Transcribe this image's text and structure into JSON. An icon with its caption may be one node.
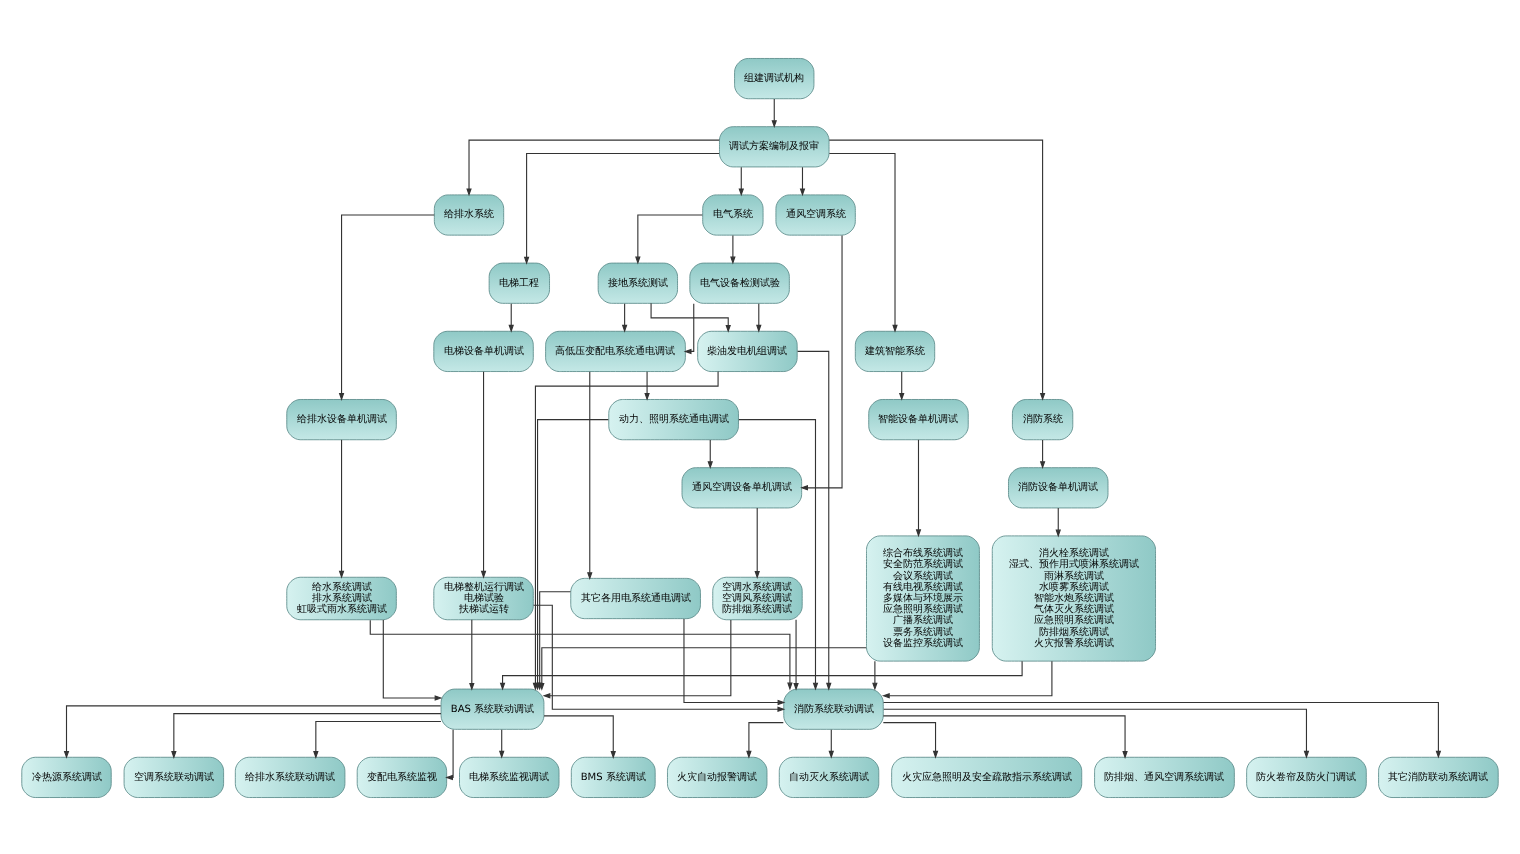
{
  "diagram": {
    "nodes": [
      {
        "text": [
          "组建调试机构"
        ]
      },
      {
        "text": [
          "调试方案编制及报审"
        ]
      },
      {
        "text": [
          "电气系统"
        ]
      },
      {
        "text": [
          "通风空调系统"
        ]
      },
      {
        "text": [
          "给排水系统"
        ]
      },
      {
        "text": [
          "电梯工程"
        ]
      },
      {
        "text": [
          "建筑智能系统"
        ]
      },
      {
        "text": [
          "消防系统"
        ]
      },
      {
        "text": [
          "接地系统测试"
        ]
      },
      {
        "text": [
          "电气设备检测试验"
        ]
      },
      {
        "text": [
          "高低压变配电系统通电调试"
        ]
      },
      {
        "text": [
          "柴油发电机组调试"
        ]
      },
      {
        "text": [
          "其它各用电系统通电调试"
        ]
      },
      {
        "text": [
          "动力、照明系统通电调试"
        ]
      },
      {
        "text": [
          "通风空调设备单机调试"
        ]
      },
      {
        "text": [
          "空调水系统调试",
          "空调风系统调试",
          "防排烟系统调试"
        ]
      },
      {
        "text": [
          "给排水设备单机调试"
        ]
      },
      {
        "text": [
          "给水系统调试",
          "排水系统调试",
          "虹吸式雨水系统调试"
        ]
      },
      {
        "text": [
          "电梯设备单机调试"
        ]
      },
      {
        "text": [
          "电梯整机运行调试",
          "电梯试验",
          "扶梯试运转"
        ]
      },
      {
        "text": [
          "智能设备单机调试"
        ]
      },
      {
        "text": [
          "综合布线系统调试",
          "安全防范系统调试",
          "会议系统调试",
          "有线电视系统调试",
          "多媒体与环境展示",
          "应急照明系统调试",
          "广播系统调试",
          "票务系统调试",
          "设备监控系统调试"
        ]
      },
      {
        "text": [
          "消防设备单机调试"
        ]
      },
      {
        "text": [
          "消火栓系统调试",
          "湿式、预作用式喷淋系统调试",
          "雨淋系统调试",
          "水喷雾系统调试",
          "智能水炮系统调试",
          "气体灭火系统调试",
          "应急照明系统调试",
          "防排烟系统调试",
          "火灾报警系统调试"
        ]
      },
      {
        "text": [
          "BAS 系统联动调试"
        ]
      },
      {
        "text": [
          "消防系统联动调试"
        ]
      },
      {
        "text": [
          "冷热源系统调试"
        ]
      },
      {
        "text": [
          "空调系统联动调试"
        ]
      },
      {
        "text": [
          "给排水系统联动调试"
        ]
      },
      {
        "text": [
          "变配电系统监视"
        ]
      },
      {
        "text": [
          "电梯系统监视调试"
        ]
      },
      {
        "text": [
          "BMS 系统调试"
        ]
      },
      {
        "text": [
          "火灾自动报警调试"
        ]
      },
      {
        "text": [
          "自动灭火系统调试"
        ]
      },
      {
        "text": [
          "火灾应急照明及安全疏散指示系统调试"
        ]
      },
      {
        "text": [
          "防排烟、通风空调系统调试"
        ]
      },
      {
        "text": [
          "防火卷帘及防火门调试"
        ]
      },
      {
        "text": [
          "其它消防联动系统调试"
        ]
      }
    ],
    "edges": [
      {
        "from": 0,
        "to": 1,
        "arrow": "to"
      },
      {
        "from": 1,
        "to": 2,
        "arrow": "to"
      },
      {
        "from": 1,
        "to": 3,
        "arrow": "to"
      },
      {
        "from": 1,
        "to": 4,
        "arrow": "to"
      },
      {
        "from": 1,
        "to": 5,
        "arrow": "to"
      },
      {
        "from": 1,
        "to": 6,
        "arrow": "to"
      },
      {
        "from": 1,
        "to": 7,
        "arrow": "to"
      },
      {
        "from": 2,
        "to": 8,
        "arrow": "to"
      },
      {
        "from": 2,
        "to": 9,
        "arrow": "to"
      },
      {
        "from": 3,
        "to": 14,
        "arrow": "to"
      },
      {
        "from": 4,
        "to": 16,
        "arrow": "to"
      },
      {
        "from": 5,
        "to": 18,
        "arrow": "to"
      },
      {
        "from": 6,
        "to": 20,
        "arrow": "to"
      },
      {
        "from": 7,
        "to": 22,
        "arrow": "to"
      },
      {
        "from": 8,
        "to": 11,
        "arrow": "to"
      },
      {
        "from": 8,
        "to": 10,
        "arrow": "to"
      },
      {
        "from": 9,
        "to": 11,
        "arrow": "to"
      },
      {
        "from": 9,
        "to": 10,
        "arrow": "to"
      },
      {
        "from": 10,
        "to": 12,
        "arrow": "to"
      },
      {
        "from": 10,
        "to": 13,
        "arrow": "to"
      },
      {
        "from": 13,
        "to": 14,
        "arrow": "to"
      },
      {
        "from": 14,
        "to": 15,
        "arrow": "to"
      },
      {
        "from": 16,
        "to": 17,
        "arrow": "to"
      },
      {
        "from": 18,
        "to": 19,
        "arrow": "to"
      },
      {
        "from": 20,
        "to": 21,
        "arrow": "to"
      },
      {
        "from": 22,
        "to": 23,
        "arrow": "to"
      },
      {
        "from": 11,
        "to": 24,
        "arrow": "to"
      },
      {
        "from": 12,
        "to": 24,
        "arrow": "to"
      },
      {
        "from": 13,
        "to": 24,
        "arrow": "to"
      },
      {
        "from": 15,
        "to": 24,
        "arrow": "to"
      },
      {
        "from": 17,
        "to": 24,
        "arrow": "to"
      },
      {
        "from": 19,
        "to": 24,
        "arrow": "to"
      },
      {
        "from": 21,
        "to": 24,
        "arrow": "to"
      },
      {
        "from": 23,
        "to": 24,
        "arrow": "to"
      },
      {
        "from": 11,
        "to": 25,
        "arrow": "to"
      },
      {
        "from": 12,
        "to": 25,
        "arrow": "to"
      },
      {
        "from": 13,
        "to": 25,
        "arrow": "to"
      },
      {
        "from": 15,
        "to": 25,
        "arrow": "to"
      },
      {
        "from": 17,
        "to": 25,
        "arrow": "to"
      },
      {
        "from": 19,
        "to": 25,
        "arrow": "to"
      },
      {
        "from": 21,
        "to": 25,
        "arrow": "to"
      },
      {
        "from": 23,
        "to": 25,
        "arrow": "to"
      },
      {
        "from": 24,
        "to": 26,
        "arrow": "to"
      },
      {
        "from": 24,
        "to": 27,
        "arrow": "to"
      },
      {
        "from": 24,
        "to": 28,
        "arrow": "to"
      },
      {
        "from": 24,
        "to": 29,
        "arrow": "to"
      },
      {
        "from": 24,
        "to": 30,
        "arrow": "to"
      },
      {
        "from": 24,
        "to": 31,
        "arrow": "to"
      },
      {
        "from": 25,
        "to": 32,
        "arrow": "to"
      },
      {
        "from": 25,
        "to": 33,
        "arrow": "to"
      },
      {
        "from": 25,
        "to": 34,
        "arrow": "to"
      },
      {
        "from": 25,
        "to": 35,
        "arrow": "to"
      },
      {
        "from": 25,
        "to": 36,
        "arrow": "to"
      },
      {
        "from": 25,
        "to": 37,
        "arrow": "to"
      }
    ]
  }
}
